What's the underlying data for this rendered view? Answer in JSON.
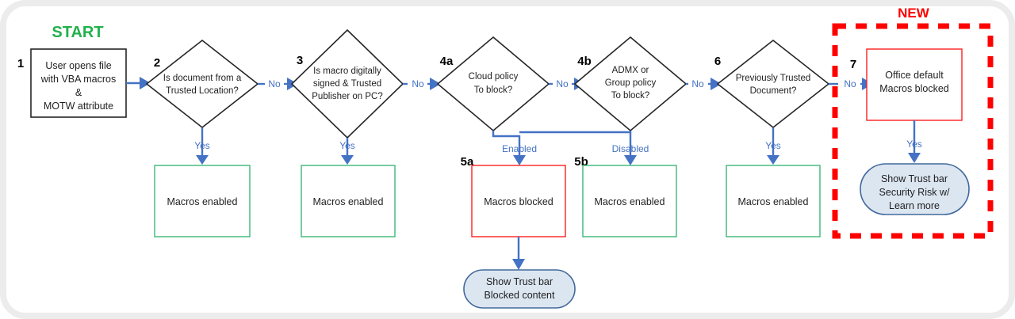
{
  "diagram": {
    "title_labels": {
      "start": "START",
      "new": "NEW"
    },
    "colors": {
      "green": "#3cb878",
      "red": "#ff2020",
      "blue": "#4472c4",
      "black": "#262626",
      "oval_fill": "#dce6f1",
      "start_green": "#22b14c",
      "new_red": "#ff0000"
    },
    "steps": {
      "n1": "1",
      "n2": "2",
      "n3": "3",
      "n4a": "4a",
      "n4b": "4b",
      "n5a": "5a",
      "n5b": "5b",
      "n6": "6",
      "n7": "7"
    },
    "nodes": {
      "node1": {
        "line1": "User opens file",
        "line2": "with VBA macros",
        "line3": "&",
        "line4": "MOTW attribute"
      },
      "node2": {
        "line1": "Is document from a",
        "line2": "Trusted Location?"
      },
      "node3": {
        "line1": "Is macro digitally",
        "line2": "signed & Trusted",
        "line3": "Publisher on PC?"
      },
      "node4a": {
        "line1": "Cloud policy",
        "line2": "To block?"
      },
      "node4b": {
        "line1": "ADMX or",
        "line2": "Group policy",
        "line3": "To block?"
      },
      "node6": {
        "line1": "Previously Trusted",
        "line2": "Document?"
      },
      "node7": {
        "line1": "Office default",
        "line2": "Macros blocked"
      },
      "result2": "Macros enabled",
      "result3": "Macros enabled",
      "result5a": "Macros blocked",
      "result5b": "Macros enabled",
      "result6": "Macros enabled",
      "oval_blocked": {
        "line1": "Show Trust bar",
        "line2": "Blocked content"
      },
      "oval_security": {
        "line1": "Show Trust bar",
        "line2": "Security Risk w/",
        "line3": "Learn more"
      }
    },
    "edges": {
      "no_2": "No",
      "no_3": "No",
      "no_4a": "No",
      "no_4b": "No",
      "no_6": "No",
      "yes_2": "Yes",
      "yes_3": "Yes",
      "yes_6": "Yes",
      "yes_7": "Yes",
      "enabled_4a": "Enabled",
      "disabled_4b": "Disabled"
    }
  }
}
